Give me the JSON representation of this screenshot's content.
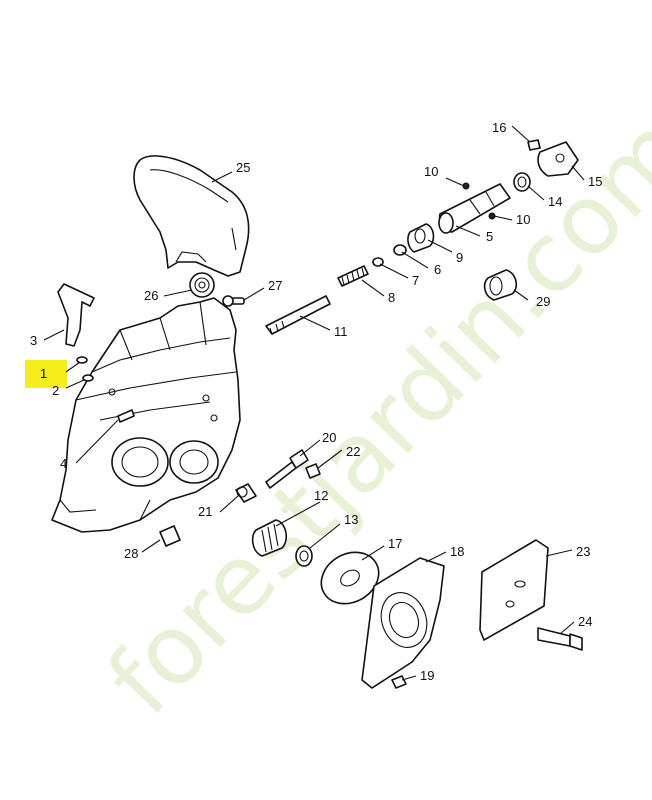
{
  "watermark": {
    "text": "forestjardin.com",
    "color": "#e3efcf",
    "accent_color": "#f4c98f"
  },
  "highlight_color": "#f6ee1a",
  "highlighted_callout": "1",
  "callouts": [
    {
      "label": "1"
    },
    {
      "label": "2"
    },
    {
      "label": "3"
    },
    {
      "label": "4"
    },
    {
      "label": "5"
    },
    {
      "label": "6"
    },
    {
      "label": "7"
    },
    {
      "label": "8"
    },
    {
      "label": "9"
    },
    {
      "label": "10"
    },
    {
      "label": "10"
    },
    {
      "label": "11"
    },
    {
      "label": "12"
    },
    {
      "label": "13"
    },
    {
      "label": "14"
    },
    {
      "label": "15"
    },
    {
      "label": "16"
    },
    {
      "label": "17"
    },
    {
      "label": "18"
    },
    {
      "label": "19"
    },
    {
      "label": "20"
    },
    {
      "label": "21"
    },
    {
      "label": "22"
    },
    {
      "label": "23"
    },
    {
      "label": "24"
    },
    {
      "label": "25"
    },
    {
      "label": "26"
    },
    {
      "label": "27"
    },
    {
      "label": "28"
    },
    {
      "label": "29"
    }
  ]
}
